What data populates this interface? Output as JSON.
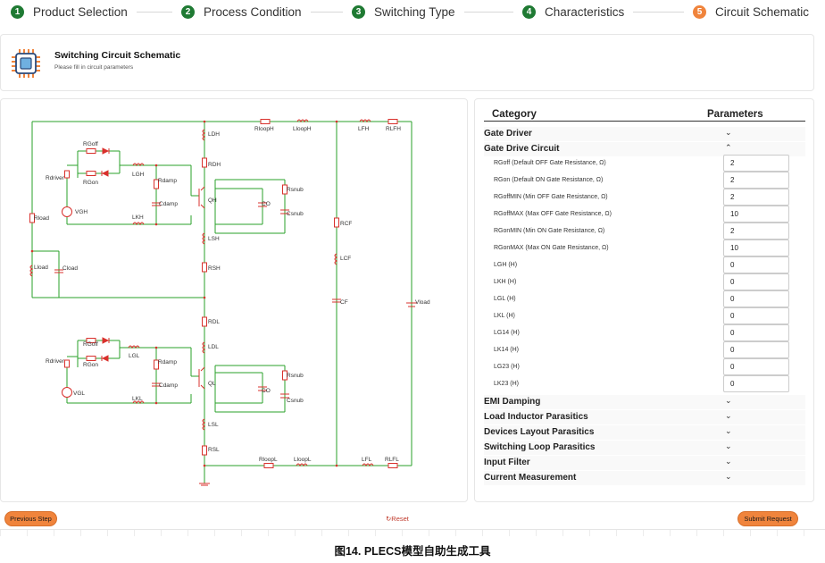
{
  "stepper": [
    {
      "num": "1",
      "label": "Product Selection",
      "state": "done"
    },
    {
      "num": "2",
      "label": "Process Condition",
      "state": "done"
    },
    {
      "num": "3",
      "label": "Switching Type",
      "state": "done"
    },
    {
      "num": "4",
      "label": "Characteristics",
      "state": "done"
    },
    {
      "num": "5",
      "label": "Circuit Schematic",
      "state": "active"
    }
  ],
  "header": {
    "title": "Switching Circuit Schematic",
    "subtitle": "Please fill in circuit parameters",
    "icon": "chip-icon"
  },
  "params": {
    "col_category": "Category",
    "col_parameters": "Parameters",
    "sections": {
      "gate_driver": "Gate Driver",
      "gate_drive_circuit": "Gate Drive Circuit",
      "emi_damping": "EMI Damping",
      "load_inductor": "Load Inductor Parasitics",
      "devices_layout": "Devices Layout Parasitics",
      "switching_loop": "Switching Loop Parasitics",
      "input_filter": "Input Filter",
      "current_measurement": "Current Measurement"
    },
    "rows": [
      {
        "label": "RGoff (Default OFF Gate Resistance, Ω)",
        "value": "2"
      },
      {
        "label": "RGon (Default ON Gate Resistance, Ω)",
        "value": "2"
      },
      {
        "label": "RGoffMIN (Min OFF Gate Resistance, Ω)",
        "value": "2"
      },
      {
        "label": "RGoffMAX (Max OFF Gate Resistance, Ω)",
        "value": "10"
      },
      {
        "label": "RGonMIN (Min ON Gate Resistance, Ω)",
        "value": "2"
      },
      {
        "label": "RGonMAX (Max ON Gate Resistance, Ω)",
        "value": "10"
      },
      {
        "label": "LGH (H)",
        "value": "0"
      },
      {
        "label": "LKH (H)",
        "value": "0"
      },
      {
        "label": "LGL (H)",
        "value": "0"
      },
      {
        "label": "LKL (H)",
        "value": "0"
      },
      {
        "label": "LG14 (H)",
        "value": "0"
      },
      {
        "label": "LK14 (H)",
        "value": "0"
      },
      {
        "label": "LG23 (H)",
        "value": "0"
      },
      {
        "label": "LK23 (H)",
        "value": "0"
      }
    ]
  },
  "schematic": {
    "labels": {
      "ldh": "LDH",
      "rdh": "RDH",
      "qh": "QH",
      "co_h": "CO",
      "rsnub_h": "Rsnub",
      "csnub_h": "Csnub",
      "lsh": "LSH",
      "rsh": "RSH",
      "rdl": "RDL",
      "ldl": "LDL",
      "ql": "QL",
      "co_l": "CO",
      "rsnub_l": "Rsnub",
      "csnub_l": "Csnub",
      "lsl": "LSL",
      "rsl": "RSL",
      "rgoff_h": "RGoff",
      "rgon_h": "RGon",
      "lgh": "LGH",
      "rdamp_h": "Rdamp",
      "cdamp_h": "Cdamp",
      "rdriver_h": "Rdriver",
      "vgh": "VGH",
      "lkh": "LKH",
      "rgoff_l": "RGoff",
      "rgon_l": "RGon",
      "lgl": "LGL",
      "rdamp_l": "Rdamp",
      "cdamp_l": "Cdamp",
      "rdriver_l": "Rdriver",
      "vgl": "VGL",
      "lkl": "LKL",
      "rload": "Rload",
      "lload": "Lload",
      "cload": "Cload",
      "rlooph": "RloopH",
      "llooph": "LloopH",
      "lfh": "LFH",
      "rlfh": "RLFH",
      "rloopl": "RloopL",
      "lloopl": "LloopL",
      "lfl": "LFL",
      "rlfl": "RLFL",
      "rcf": "RCF",
      "lcf": "LCF",
      "cf": "CF",
      "vload": "Vload"
    }
  },
  "footer": {
    "prev": "Previous Step",
    "reset": "Reset",
    "submit": "Submit Request"
  },
  "caption": "图14. PLECS模型自助生成工具",
  "colors": {
    "done": "#1f7a33",
    "active": "#f0843c",
    "wire": "#2aa02a",
    "component": "#d9302c"
  }
}
